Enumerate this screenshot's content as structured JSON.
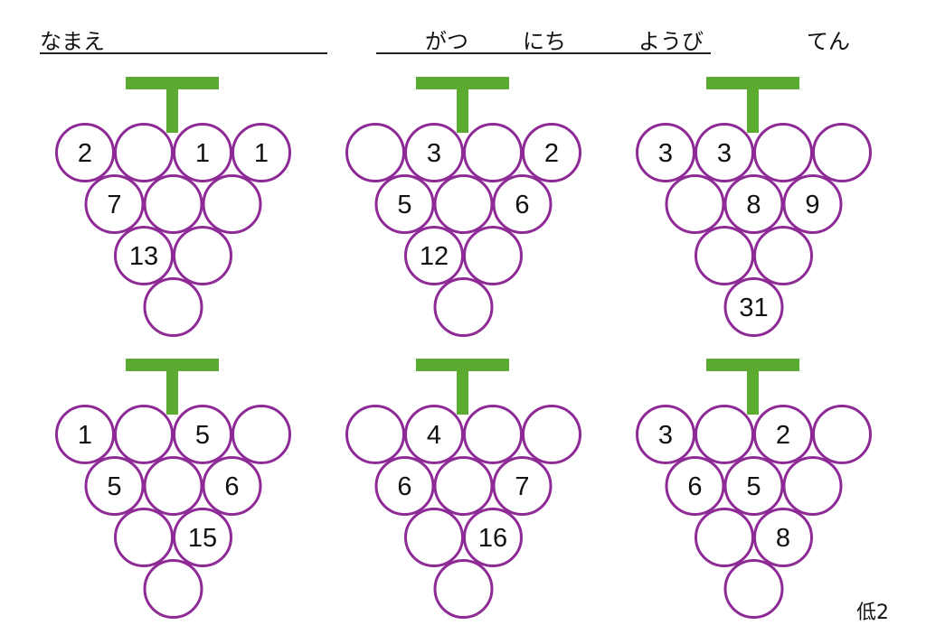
{
  "header": {
    "name_label": "なまえ",
    "month_label": "がつ",
    "day_label": "にち",
    "weekday_label": "ようび",
    "score_label": "てん"
  },
  "colors": {
    "stem": "#5aab2f",
    "grape_outline": "#8e2a96"
  },
  "footer": {
    "level": "低2"
  },
  "puzzles": [
    {
      "rows": [
        [
          "2",
          "",
          "1",
          "1"
        ],
        [
          "7",
          "",
          ""
        ],
        [
          "13",
          ""
        ],
        [
          ""
        ]
      ]
    },
    {
      "rows": [
        [
          "",
          "3",
          "",
          "2"
        ],
        [
          "5",
          "",
          "6"
        ],
        [
          "12",
          ""
        ],
        [
          ""
        ]
      ]
    },
    {
      "rows": [
        [
          "3",
          "3",
          "",
          ""
        ],
        [
          "",
          "8",
          "9"
        ],
        [
          "",
          ""
        ],
        [
          "31"
        ]
      ]
    },
    {
      "rows": [
        [
          "1",
          "",
          "5",
          ""
        ],
        [
          "5",
          "",
          "6"
        ],
        [
          "",
          "15"
        ],
        [
          ""
        ]
      ]
    },
    {
      "rows": [
        [
          "",
          "4",
          "",
          ""
        ],
        [
          "6",
          "",
          "7"
        ],
        [
          "",
          "16"
        ],
        [
          ""
        ]
      ]
    },
    {
      "rows": [
        [
          "3",
          "",
          "2",
          ""
        ],
        [
          "6",
          "5",
          ""
        ],
        [
          "",
          "8"
        ],
        [
          ""
        ]
      ]
    }
  ]
}
